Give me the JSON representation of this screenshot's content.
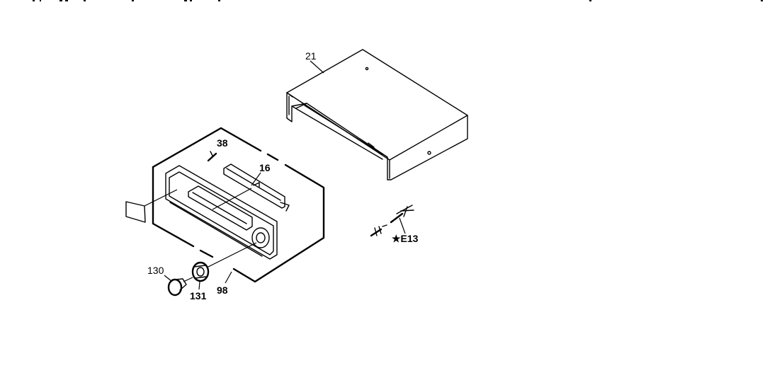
{
  "diagram": {
    "callouts": {
      "cabinet": "21",
      "screw": "38",
      "door": "16",
      "front_panel": "98",
      "knob": "130",
      "knob_ring": "131",
      "power_cord": "★E13"
    }
  }
}
